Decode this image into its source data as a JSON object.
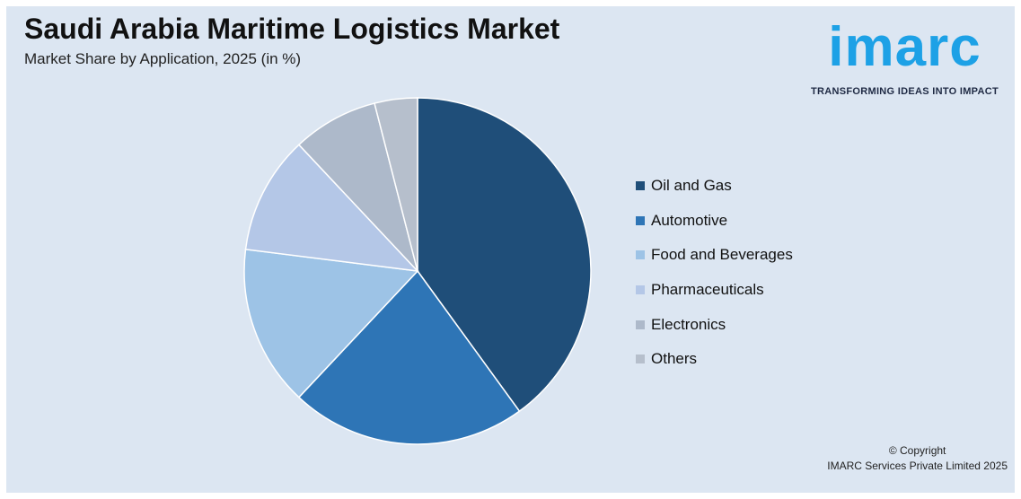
{
  "header": {
    "title": "Saudi Arabia Maritime Logistics Market",
    "subtitle": "Market Share by Application, 2025 (in %)"
  },
  "brand": {
    "logo_text": "imarc",
    "tagline": "TRANSFORMING IDEAS INTO IMPACT",
    "color": "#1da1e6"
  },
  "chart_data": {
    "type": "pie",
    "title": "Saudi Arabia Maritime Logistics Market",
    "subtitle": "Market Share by Application, 2025 (in %)",
    "legend_position": "right",
    "categories": [
      "Oil and Gas",
      "Automotive",
      "Food and Beverages",
      "Pharmaceuticals",
      "Electronics",
      "Others"
    ],
    "values": [
      40,
      22,
      15,
      11,
      8,
      4
    ],
    "colors": [
      "#1f4e79",
      "#2e75b6",
      "#9dc3e6",
      "#b4c7e7",
      "#adb9ca",
      "#b6bfcc"
    ]
  },
  "footer": {
    "copyright_line1": "© Copyright",
    "copyright_line2": "IMARC Services Private Limited 2025"
  }
}
